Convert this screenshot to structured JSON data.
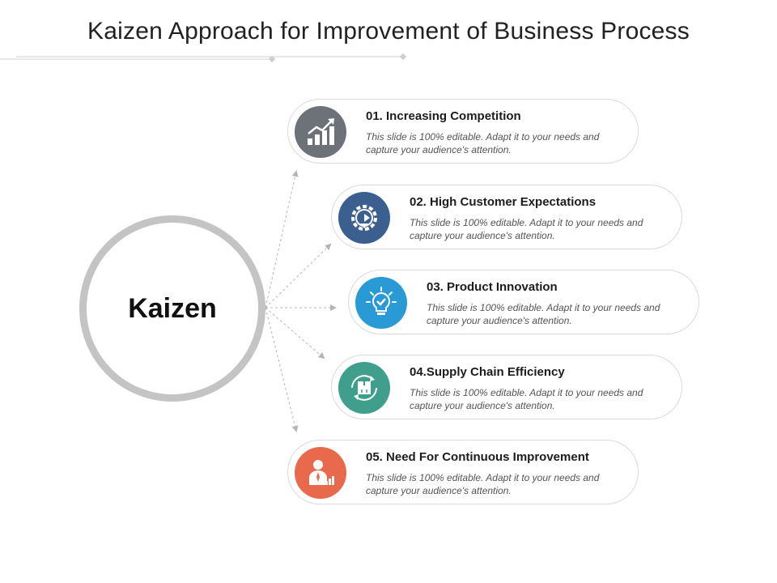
{
  "title": "Kaizen Approach for Improvement of Business Process",
  "center": {
    "label": "Kaizen",
    "ring_color": "#c4c4c4"
  },
  "items": [
    {
      "heading": "01. Increasing Competition",
      "description": "This slide is 100% editable. Adapt it to your needs and capture your audience's attention.",
      "icon": "bar-chart-growth-icon",
      "color": "#6d7278"
    },
    {
      "heading": "02. High Customer Expectations",
      "description": "This slide is 100% editable. Adapt it to your needs and capture your audience's attention.",
      "icon": "gear-arrow-icon",
      "color": "#3b5f8f"
    },
    {
      "heading": "03. Product Innovation",
      "description": "This slide is 100% editable. Adapt it to your needs and capture your audience's attention.",
      "icon": "lightbulb-icon",
      "color": "#2a9ad6"
    },
    {
      "heading": "04.Supply Chain Efficiency",
      "description": "This slide is 100% editable. Adapt it to your needs and capture your audience's attention.",
      "icon": "box-cycle-icon",
      "color": "#3f9e8c"
    },
    {
      "heading": "05. Need For Continuous Improvement",
      "description": "This slide is 100% editable. Adapt it to your needs and capture your audience's attention.",
      "icon": "businessman-chart-icon",
      "color": "#e8694c"
    }
  ]
}
